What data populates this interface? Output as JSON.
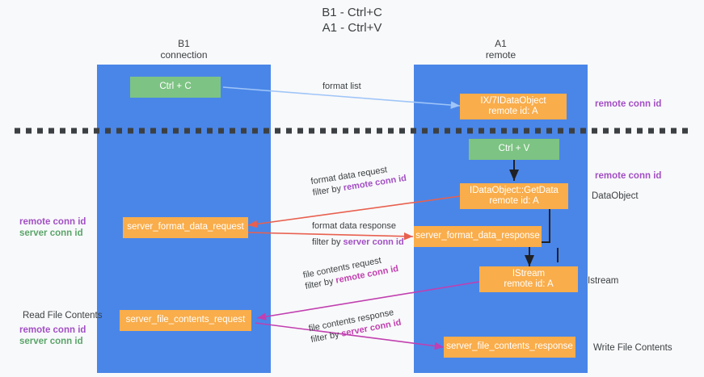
{
  "title": {
    "line1": "B1 - Ctrl+C",
    "line2": "A1 - Ctrl+V"
  },
  "columns": [
    {
      "name": "B1",
      "role": "connection"
    },
    {
      "name": "A1",
      "role": "remote"
    }
  ],
  "colors": {
    "lane": "#4a86e8",
    "box_orange": "#f9ad4b",
    "box_green": "#7dc383",
    "purple": "#a24fc4",
    "green_text": "#5aa469",
    "magenta": "#c13fb0",
    "red": "#e8604f",
    "light_blue": "#9fc5f8",
    "divider": "#3c4043"
  },
  "boxes": {
    "ctrl_c": {
      "line1": "Ctrl + C"
    },
    "remote_dataobject": {
      "line1": "IX/7IDataObject",
      "line2": "remote id: A"
    },
    "ctrl_v": {
      "line1": "Ctrl + V"
    },
    "getdata": {
      "line1": "IDataObject::GetData",
      "line2": "remote id: A"
    },
    "server_format_data_request": {
      "line1": "server_format_data_request"
    },
    "server_format_data_response": {
      "line1": "server_format_data_response"
    },
    "istream": {
      "line1": "IStream",
      "line2": "remote id: A"
    },
    "server_file_contents_request": {
      "line1": "server_file_contents_request"
    },
    "server_file_contents_response": {
      "line1": "server_file_contents_response"
    }
  },
  "edges": {
    "format_list": {
      "text": "format list"
    },
    "format_data_request": {
      "line1": "format data request",
      "line2_prefix": "filter by ",
      "line2_highlight": "remote conn id"
    },
    "format_data_response": {
      "line1": "format data response",
      "line2_prefix": "filter by ",
      "line2_highlight": "server conn id"
    },
    "file_contents_request": {
      "line1": "file contents request",
      "line2_prefix": "filter by ",
      "line2_highlight": "remote conn id"
    },
    "file_contents_response": {
      "line1": "file contents response",
      "line2_prefix": "filter by ",
      "line2_highlight": "server conn id"
    }
  },
  "annotations": {
    "right_remote_conn_id_top": "remote conn id",
    "right_remote_conn_id_mid": "remote conn id",
    "right_dataobject": "DataObject",
    "right_istream": "Istream",
    "right_write_file_contents": "Write File Contents",
    "left_remote_conn_id_mid": "remote conn id",
    "left_server_conn_id_mid": "server conn id",
    "left_read_file_contents": "Read File Contents",
    "left_remote_conn_id_bottom": "remote conn id",
    "left_server_conn_id_bottom": "server conn id"
  }
}
